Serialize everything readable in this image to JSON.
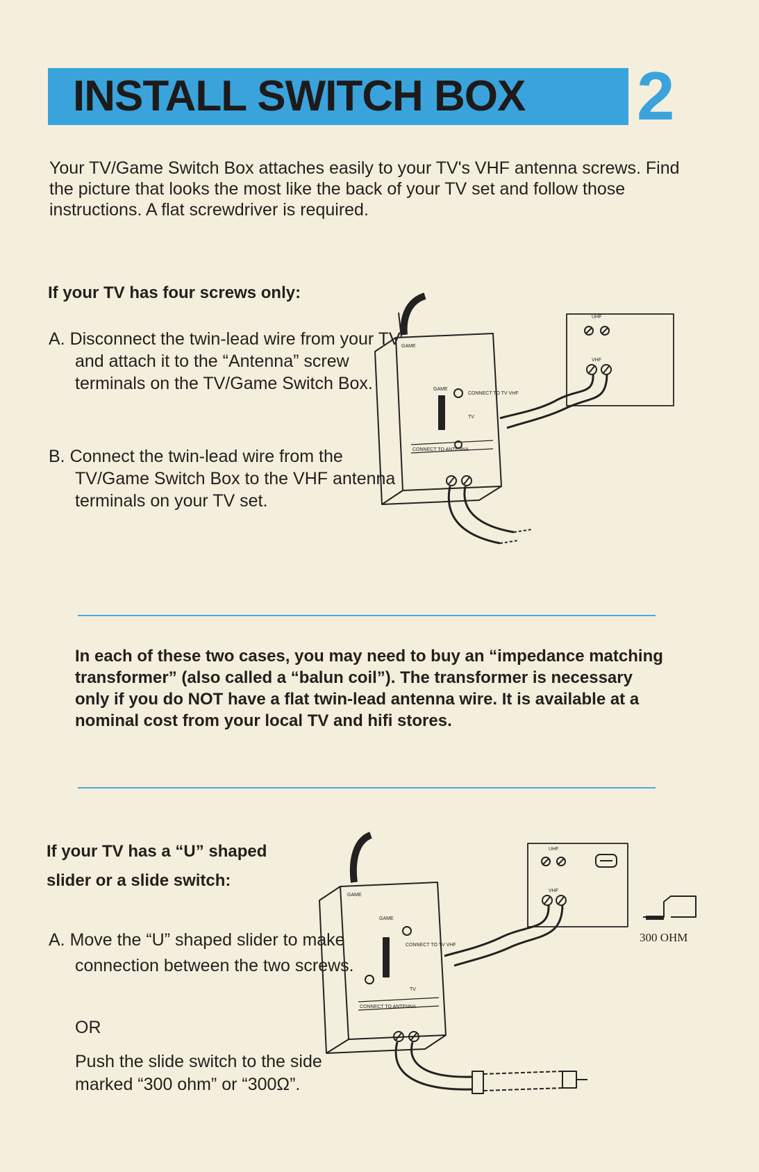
{
  "header": {
    "title": "INSTALL SWITCH BOX",
    "section_number": "2"
  },
  "intro": "Your TV/Game Switch Box attaches easily to your TV's VHF antenna screws. Find the picture that looks the most like the back of your TV set and follow those instructions. A flat screwdriver is required.",
  "four_screws": {
    "heading": "If your TV has four screws only:",
    "step_a": "A. Disconnect the twin-lead wire from your TV and attach it to the “Antenna” screw terminals on the TV/Game Switch Box.",
    "step_b": "B. Connect the twin-lead wire from the TV/Game Switch Box to the VHF antenna terminals on your TV set."
  },
  "note": "In each of these two cases, you may need to buy an “impedance matching transformer” (also called a “balun coil”). The transformer is necessary only if you do NOT have a flat twin-lead antenna wire. It is available at a nominal cost from your local TV and hifi stores.",
  "u_slider": {
    "heading_line1": "If your TV has a “U” shaped",
    "heading_line2": "slider or a slide switch:",
    "step_a": "A. Move the “U” shaped slider to make connection between the two screws.",
    "or": "OR",
    "push": "Push the slide switch to the side marked “300 ohm” or “300Ω”."
  },
  "figure_labels": {
    "uhf": "UHF",
    "vhf": "VHF",
    "game": "GAME",
    "connect_to_tv": "CONNECT TO TV VHF",
    "tv": "TV",
    "connect_to_antenna": "CONNECT TO ANTENNA",
    "ohm": "300 OHM"
  },
  "colors": {
    "accent_blue": "#3aa3dc",
    "paper": "#f4efdd",
    "ink": "#231f1c"
  }
}
